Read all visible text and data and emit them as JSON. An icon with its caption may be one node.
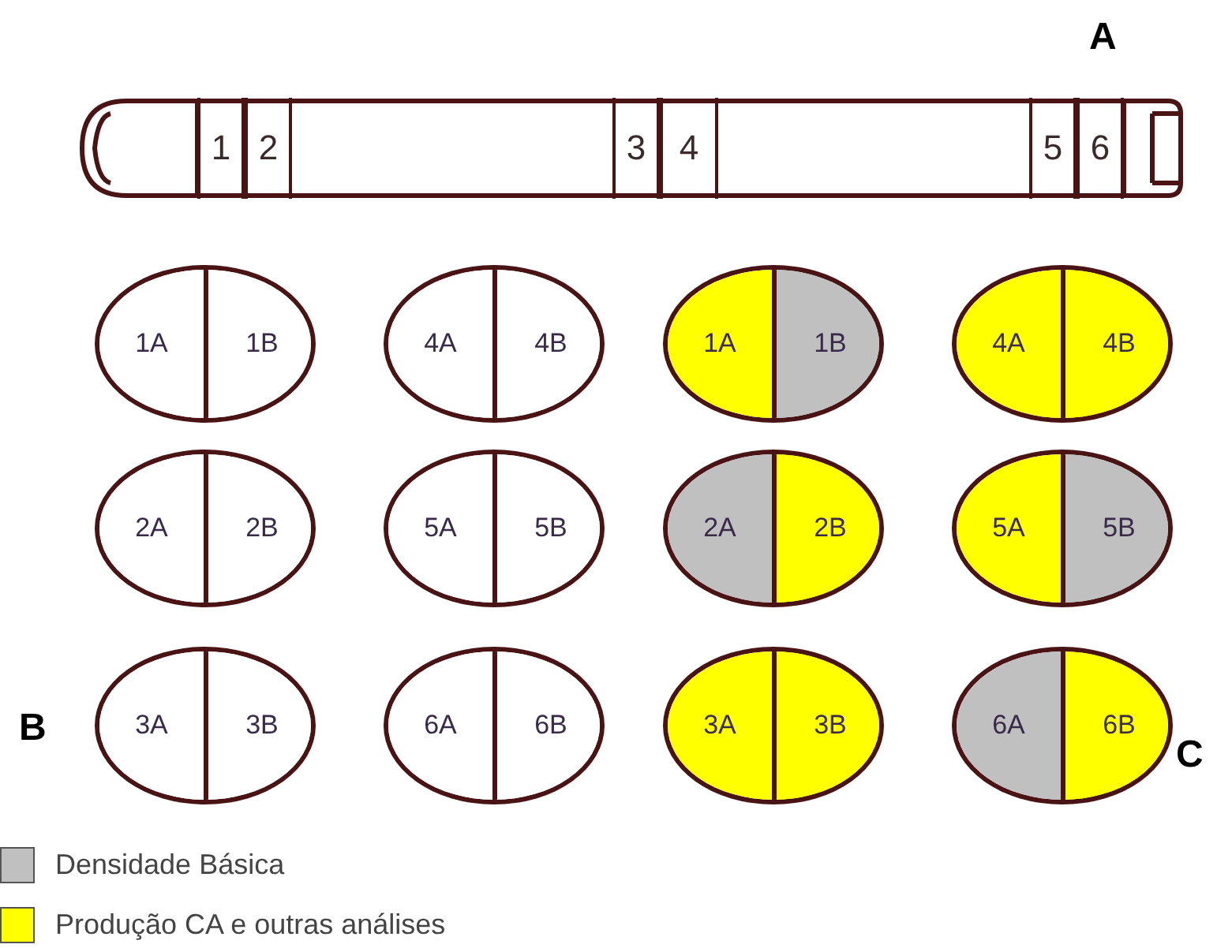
{
  "diagram": {
    "nodes": [
      {
        "text": [],
        "shape": "bar"
      },
      {
        "text": [
          "1"
        ],
        "in": 0
      },
      {
        "text": [
          "2"
        ],
        "in": 0
      },
      {
        "text": [
          "3"
        ],
        "in": 0
      },
      {
        "text": [
          "4"
        ],
        "in": 0
      },
      {
        "text": [
          "5"
        ],
        "in": 0
      },
      {
        "text": [
          "6"
        ],
        "in": 0
      },
      {
        "text": [],
        "shape": "circle"
      },
      {
        "text": [
          "1A"
        ],
        "in": 7
      },
      {
        "text": [
          "1B"
        ],
        "in": 7
      },
      {
        "text": [],
        "shape": "circle"
      },
      {
        "text": [
          "4A"
        ],
        "in": 10
      },
      {
        "text": [
          "4B"
        ],
        "in": 10
      },
      {
        "text": [],
        "shape": "circle"
      },
      {
        "text": [
          "1A"
        ],
        "in": 13
      },
      {
        "text": [
          "1B"
        ],
        "in": 13
      },
      {
        "text": [],
        "shape": "circle"
      },
      {
        "text": [
          "4A"
        ],
        "in": 16
      },
      {
        "text": [
          "4B"
        ],
        "in": 16
      },
      {
        "text": [],
        "shape": "circle"
      },
      {
        "text": [
          "2A"
        ],
        "in": 19
      },
      {
        "text": [
          "2B"
        ],
        "in": 19
      },
      {
        "text": [],
        "shape": "circle"
      },
      {
        "text": [
          "5A"
        ],
        "in": 22
      },
      {
        "text": [
          "5B"
        ],
        "in": 22
      },
      {
        "text": [],
        "shape": "circle"
      },
      {
        "text": [
          "2A"
        ],
        "in": 25
      },
      {
        "text": [
          "2B"
        ],
        "in": 25
      },
      {
        "text": [],
        "shape": "circle"
      },
      {
        "text": [
          "5A"
        ],
        "in": 28
      },
      {
        "text": [
          "5B"
        ],
        "in": 28
      },
      {
        "text": [],
        "shape": "circle"
      },
      {
        "text": [
          "3A"
        ],
        "in": 31
      },
      {
        "text": [
          "3B"
        ],
        "in": 31
      },
      {
        "text": [],
        "shape": "circle"
      },
      {
        "text": [
          "6A"
        ],
        "in": 34
      },
      {
        "text": [
          "6B"
        ],
        "in": 34
      },
      {
        "text": [],
        "shape": "circle"
      },
      {
        "text": [
          "3A"
        ],
        "in": 37
      },
      {
        "text": [
          "3B"
        ],
        "in": 37
      },
      {
        "text": [],
        "shape": "circle"
      },
      {
        "text": [
          "6A"
        ],
        "in": 40
      },
      {
        "text": [
          "6B"
        ],
        "in": 40
      }
    ],
    "labels": [
      "A",
      "B",
      "C"
    ],
    "legend": [
      {
        "text": "Densidade Básica",
        "color": "#c0c0c0"
      },
      {
        "text": "Produção CA e outras análises",
        "color": "#ffff00"
      }
    ]
  }
}
